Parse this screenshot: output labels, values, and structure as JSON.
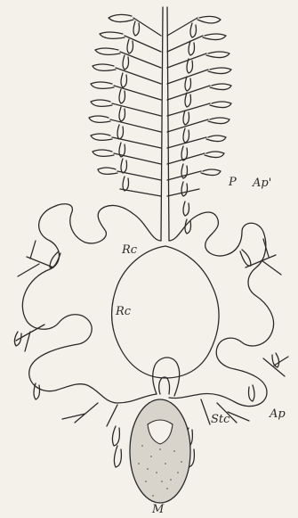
{
  "figure": {
    "labels": {
      "p": "P",
      "ap_prime": "Ap'",
      "rc_upper": "Rc",
      "rc_left": "Rc",
      "ap": "Ap",
      "stc": "Stc",
      "m": "M"
    },
    "colors": {
      "background": "#f4f1ea",
      "ink": "#2a2a2a",
      "mass_fill": "#d8d4cb"
    }
  }
}
